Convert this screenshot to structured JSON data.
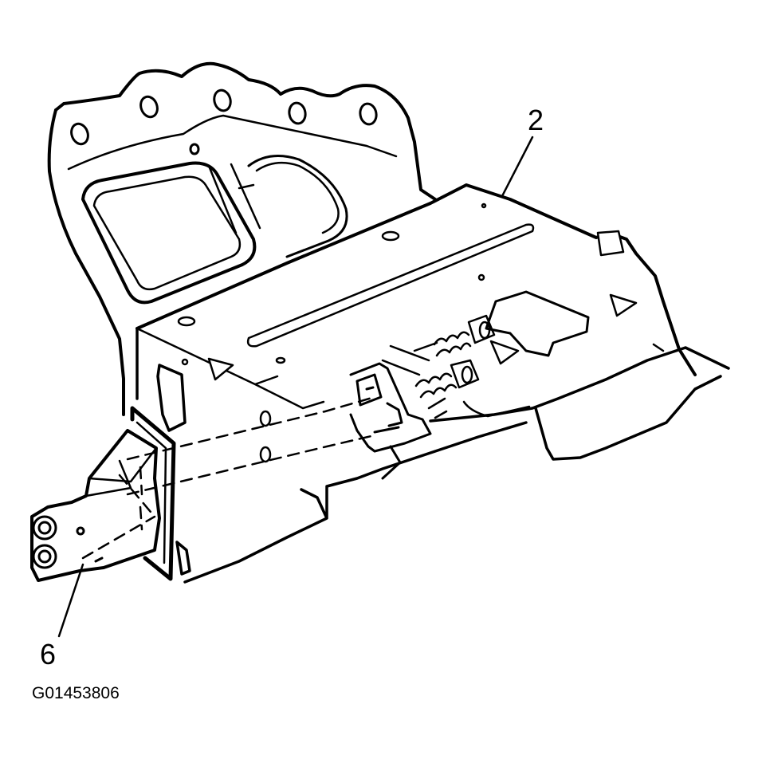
{
  "diagram": {
    "callouts": [
      {
        "id": "2",
        "text": "2"
      },
      {
        "id": "6",
        "text": "6"
      }
    ],
    "figure_id": "G01453806",
    "line_color": "#000000",
    "background": "#ffffff"
  }
}
